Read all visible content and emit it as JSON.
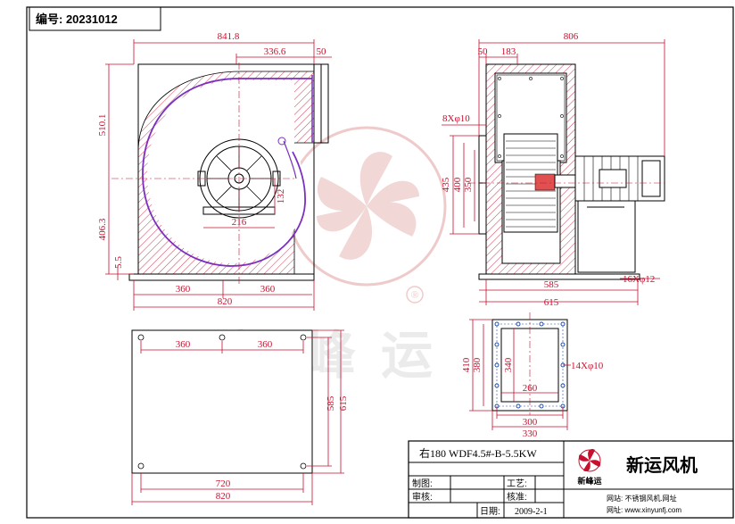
{
  "drawing_number_label": "编号: 20231012",
  "dimensions": {
    "front_width": "841.8",
    "front_outlet_width": "336.6",
    "front_flange": "50",
    "front_height": "510.1",
    "front_lower_height": "406.3",
    "front_base": "5.5",
    "front_motor_hub": "216",
    "front_shaft": "132",
    "front_base_left": "360",
    "front_base_right": "360",
    "front_base_total": "820",
    "side_total": "806",
    "side_flange": "50",
    "side_outlet": "183",
    "side_bolts": "8Xφ10",
    "side_h1": "435",
    "side_h2": "400",
    "side_h3": "350",
    "side_base_bolts": "16Xφ12",
    "side_base_inner": "585",
    "side_base_outer": "615",
    "plan_left": "360",
    "plan_right": "360",
    "plan_h_inner": "585",
    "plan_h_outer": "615",
    "plan_w_inner": "720",
    "plan_w_outer": "820",
    "flange_h_outer": "410",
    "flange_h_mid": "380",
    "flange_h_inner": "340",
    "flange_bolts": "14Xφ10",
    "flange_w_inner": "260",
    "flange_w_mid": "300",
    "flange_w_outer": "330"
  },
  "watermark": {
    "text": "新峰运",
    "registered": "®"
  },
  "title_block": {
    "model": "右180 WDF4.5#-B-5.5KW",
    "company_name": "新运风机",
    "logo_text": "新峰运",
    "label_draw": "制图:",
    "label_process": "工艺:",
    "label_review": "审核:",
    "label_check": "核准:",
    "label_date": "日期:",
    "date_value": "2009-2-1",
    "website_line1": "网站: 不锈钢风机.网址",
    "website_line2": "网址: www.xinyunfj.com"
  },
  "colors": {
    "line": "#000000",
    "dimension": "#c8102e",
    "housing": "#7b2fbe",
    "watermark": "#e2b4b4",
    "flange_bolt": "#1a4fb0"
  }
}
